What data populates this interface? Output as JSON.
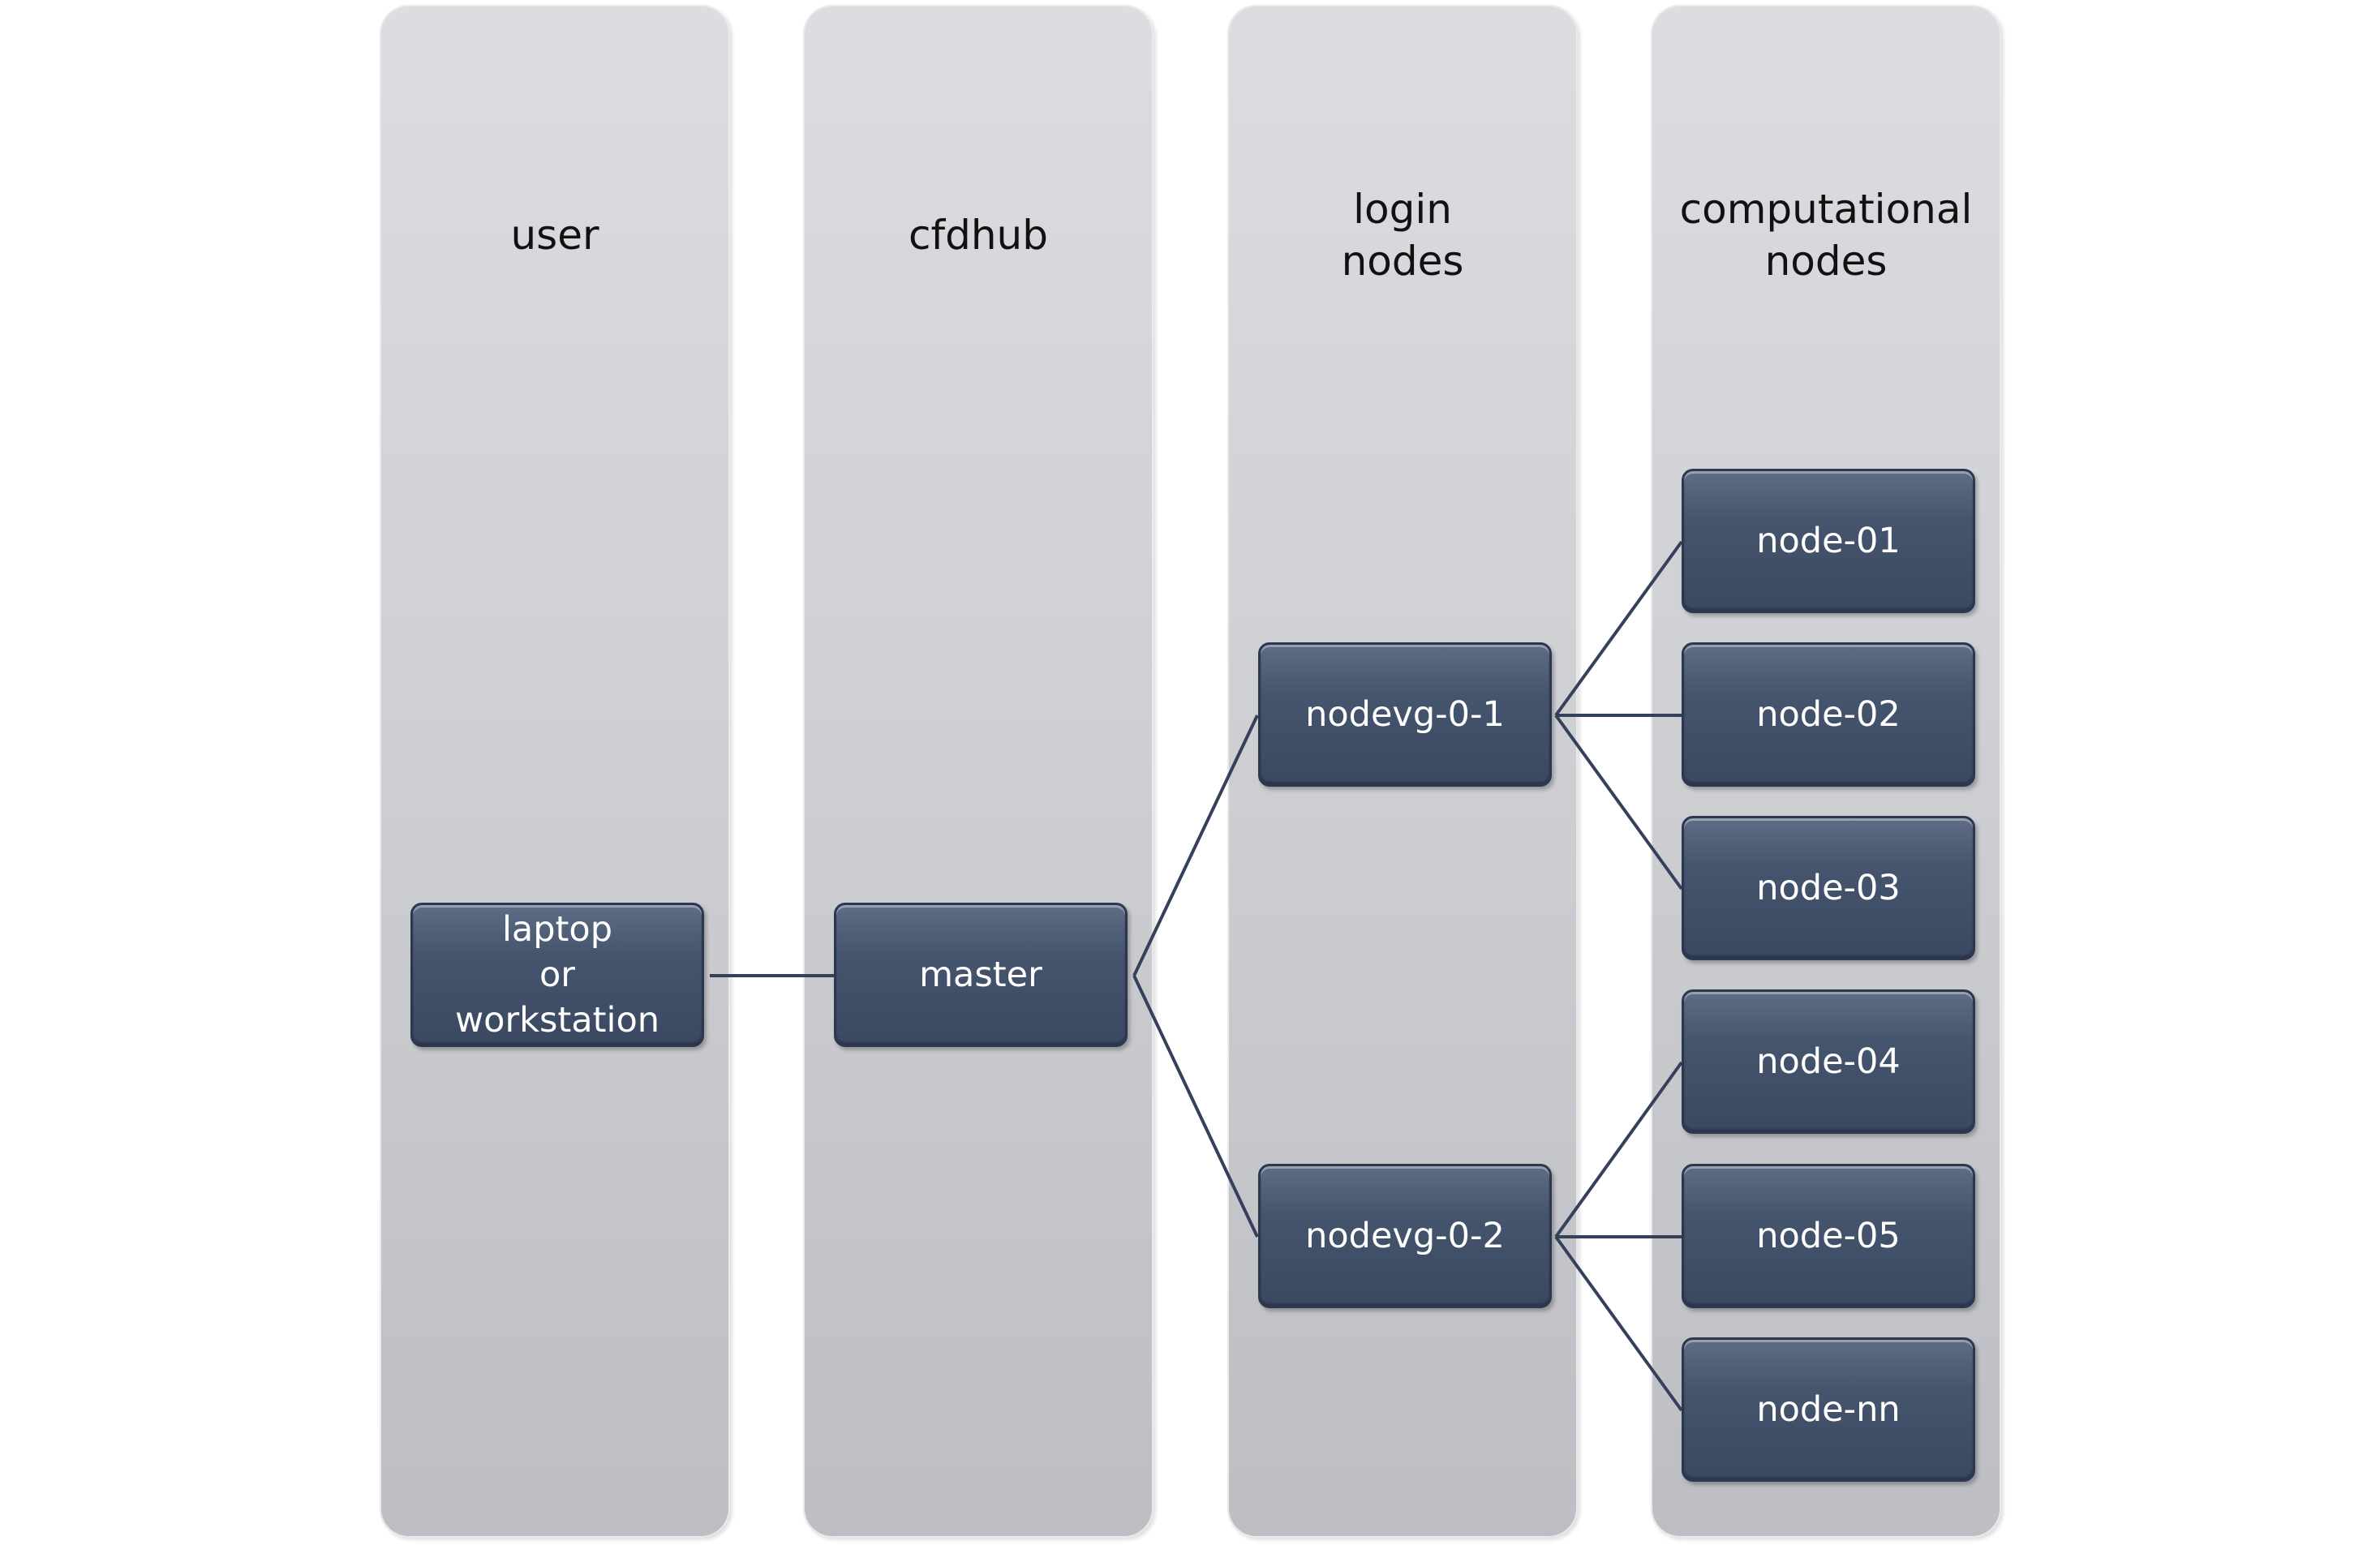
{
  "columns": [
    {
      "lines": [
        "user"
      ]
    },
    {
      "lines": [
        "cfdhub"
      ]
    },
    {
      "lines": [
        "login",
        "nodes"
      ]
    },
    {
      "lines": [
        "computational",
        "nodes"
      ]
    }
  ],
  "nodes": {
    "laptop": {
      "lines": [
        "laptop",
        "or",
        "workstation"
      ]
    },
    "master": {
      "label": "master"
    },
    "nodevg01": {
      "label": "nodevg-0-1"
    },
    "nodevg02": {
      "label": "nodevg-0-2"
    },
    "node01": {
      "label": "node-01"
    },
    "node02": {
      "label": "node-02"
    },
    "node03": {
      "label": "node-03"
    },
    "node04": {
      "label": "node-04"
    },
    "node05": {
      "label": "node-05"
    },
    "nodenn": {
      "label": "node-nn"
    }
  },
  "colors": {
    "node_fill": "#3f4d66",
    "connector": "#35415a",
    "column_fill": "#d0d1d5"
  }
}
